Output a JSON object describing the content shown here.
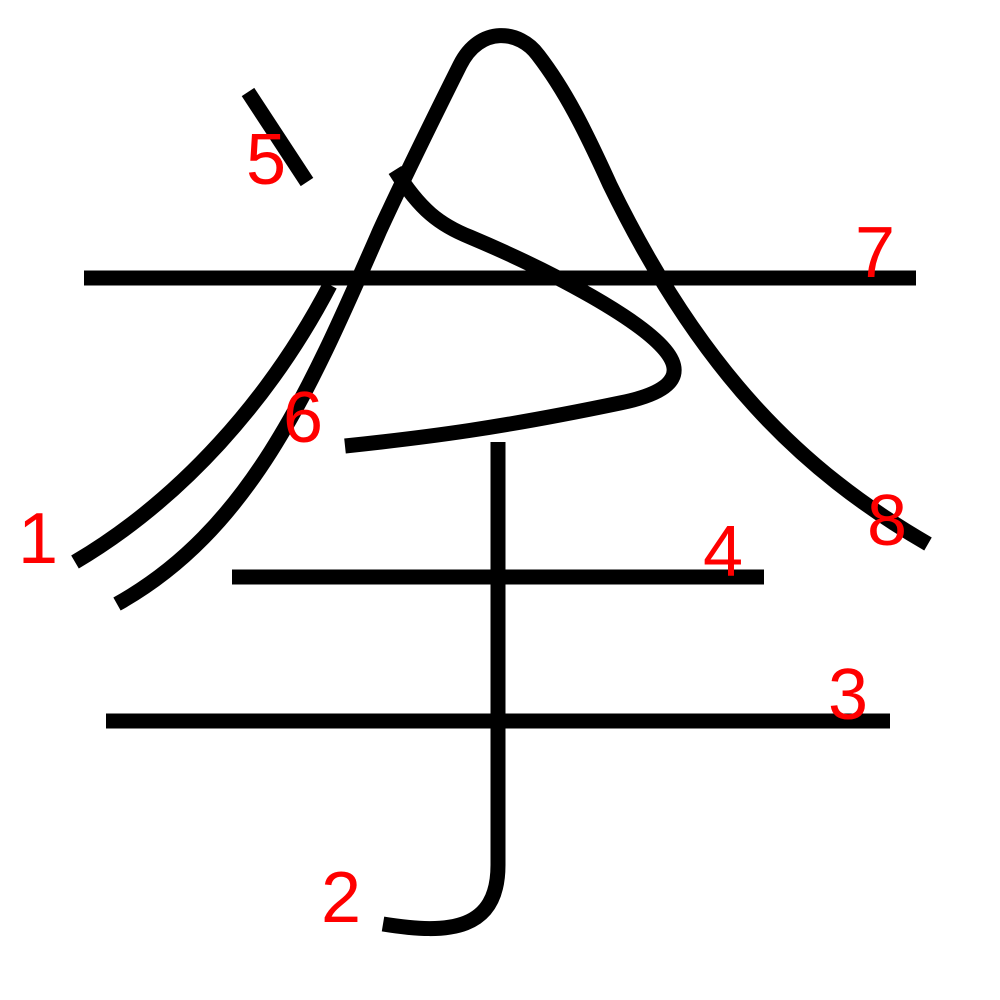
{
  "colors": {
    "background": "#ffffff",
    "stroke": "#000000",
    "label": "#ff0000"
  },
  "strokes": [
    {
      "label": "1"
    },
    {
      "label": "2"
    },
    {
      "label": "3"
    },
    {
      "label": "4"
    },
    {
      "label": "5"
    },
    {
      "label": "6"
    },
    {
      "label": "7"
    },
    {
      "label": "8"
    }
  ]
}
